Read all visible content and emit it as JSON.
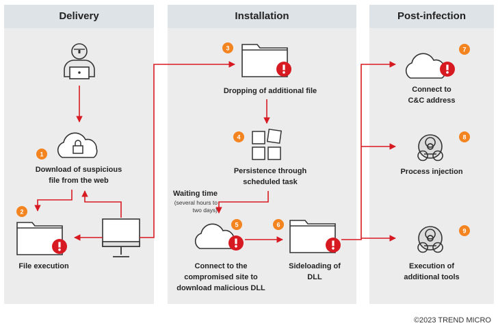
{
  "phases": [
    {
      "title": "Delivery"
    },
    {
      "title": "Installation"
    },
    {
      "title": "Post-infection"
    }
  ],
  "steps": {
    "s1": {
      "num": "1",
      "line1": "Download of suspicious",
      "line2": "file from the web"
    },
    "s2": {
      "num": "2",
      "line1": "File execution"
    },
    "s3": {
      "num": "3",
      "line1": "Dropping of additional file"
    },
    "s4": {
      "num": "4",
      "line1": "Persistence through",
      "line2": "scheduled task"
    },
    "s5": {
      "num": "5",
      "line1": "Connect to the",
      "line2": "compromised site to",
      "line3": "download malicious DLL"
    },
    "s6": {
      "num": "6",
      "line1": "Sideloading of",
      "line2": "DLL"
    },
    "s7": {
      "num": "7",
      "line1": "Connect to",
      "line2": "C&C address"
    },
    "s8": {
      "num": "8",
      "line1": "Process injection"
    },
    "s9": {
      "num": "9",
      "line1": "Execution of",
      "line2": "additional tools"
    }
  },
  "waiting": {
    "title": "Waiting time",
    "note1": "(several hours to",
    "note2": "two days)"
  },
  "copyright": "©2023 TREND MICRO",
  "colors": {
    "accent_red": "#d71921",
    "badge_orange": "#f4841f",
    "panel_gray": "#ececec",
    "header_gray": "#dde3e7",
    "icon_stroke": "#333333"
  }
}
